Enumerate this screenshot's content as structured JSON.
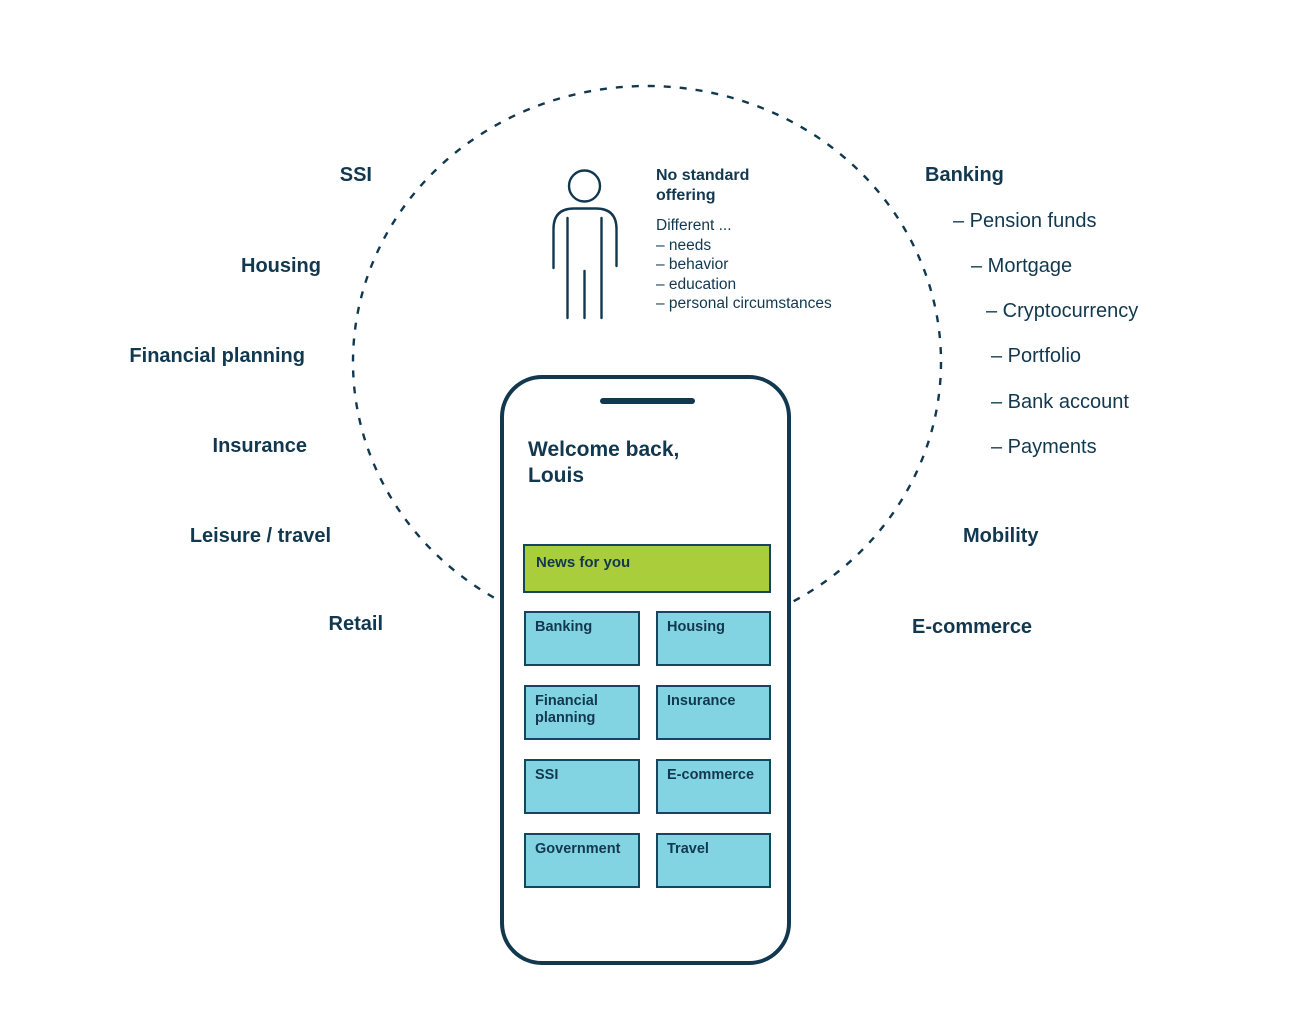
{
  "left_labels": [
    "SSI",
    "Housing",
    "Financial planning",
    "Insurance",
    "Leisure / travel",
    "Retail"
  ],
  "right_labels": {
    "banking": "Banking",
    "banking_items": [
      "– Pension funds",
      "– Mortgage",
      "– Cryptocurrency",
      "– Portfolio",
      "– Bank account",
      "– Payments"
    ],
    "mobility": "Mobility",
    "ecommerce": "E-commerce"
  },
  "persona": {
    "title": "No standard offering",
    "intro": "Different ...",
    "items": [
      "– needs",
      "– behavior",
      "– education",
      "– personal circumstances"
    ]
  },
  "phone": {
    "greeting_line1": "Welcome back,",
    "greeting_line2": "Louis",
    "news_banner": "News for you",
    "tiles": [
      "Banking",
      "Housing",
      "Financial planning",
      "Insurance",
      "SSI",
      "E-commerce",
      "Government",
      "Travel"
    ]
  },
  "icons": {
    "person": "person-outline-icon"
  },
  "colors": {
    "text_navy": "#12384f",
    "outline_navy": "#15465f",
    "tile_blue": "#82d4e2",
    "banner_green": "#aacd3c"
  }
}
